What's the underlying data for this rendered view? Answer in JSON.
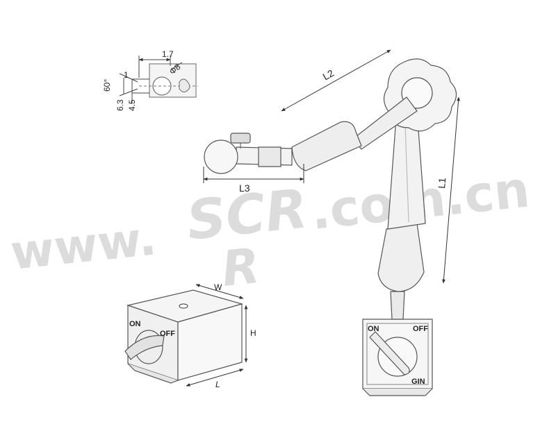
{
  "watermark": {
    "left": "www.",
    "logo_top": "SCR",
    "logo_bottom": "R",
    "right": ".com.cn"
  },
  "detail_dims": {
    "width": "1.7",
    "angle": "60°",
    "diameter": "Φ8",
    "gap": "1",
    "offset1": "6.3",
    "offset2": "4.5"
  },
  "dimensions": {
    "arm_length": "L2",
    "column_length": "L1",
    "clamp_length": "L3"
  },
  "base_labels": {
    "on": "ON",
    "off": "OFF",
    "brand": "GIN"
  },
  "block_labels": {
    "on": "ON",
    "off": "OFF",
    "width": "W",
    "height": "H",
    "length": "L"
  }
}
